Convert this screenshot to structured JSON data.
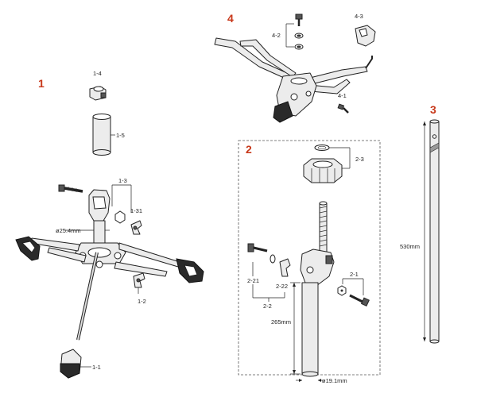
{
  "sections": {
    "s1": "1",
    "s2": "2",
    "s3": "3",
    "s4": "4"
  },
  "labels": {
    "p1_4": "1-4",
    "p1_5": "1-5",
    "p1_3": "1-3",
    "p1_31": "1-31",
    "dia254": "ø25.4mm",
    "p1_2": "1-2",
    "p1_1": "1-1",
    "p4_2": "4-2",
    "p4_3": "4-3",
    "p4_1": "4-1",
    "p2_3": "2-3",
    "p2_21": "2-21",
    "p2_22": "2-22",
    "p2_2": "2-2",
    "p2_1": "2-1",
    "len265": "265mm",
    "dia191": "ø19.1mm",
    "len530": "530mm"
  },
  "colors": {
    "section": "#c8381a",
    "line": "#222222",
    "part": "#ececec"
  }
}
